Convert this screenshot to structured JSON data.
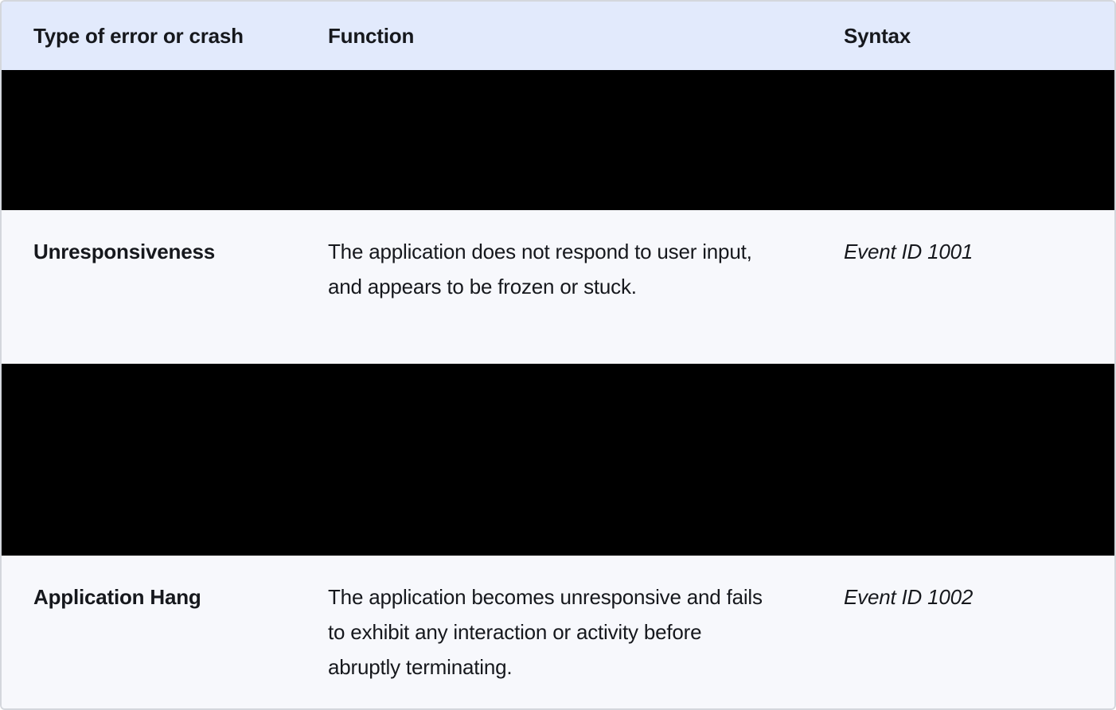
{
  "table": {
    "header": {
      "col1": "Type of error or crash",
      "col2": "Function",
      "col3": "Syntax"
    },
    "rows": [
      {
        "kind": "redacted"
      },
      {
        "kind": "data",
        "error_type": "Unresponsiveness",
        "function": "The application does not respond to user input, and appears to be frozen or stuck.",
        "syntax": "Event ID 1001"
      },
      {
        "kind": "redacted"
      },
      {
        "kind": "data",
        "error_type": "Application Hang",
        "function": "The application becomes unresponsive and fails to exhibit any interaction or activity before abruptly terminating.",
        "syntax": "Event ID 1002"
      }
    ],
    "colors": {
      "header_bg": "#e2eafc",
      "row_bg": "#f7f8fc",
      "redacted_bg": "#000000",
      "text": "#16181d",
      "border": "#d4d7dd"
    }
  }
}
